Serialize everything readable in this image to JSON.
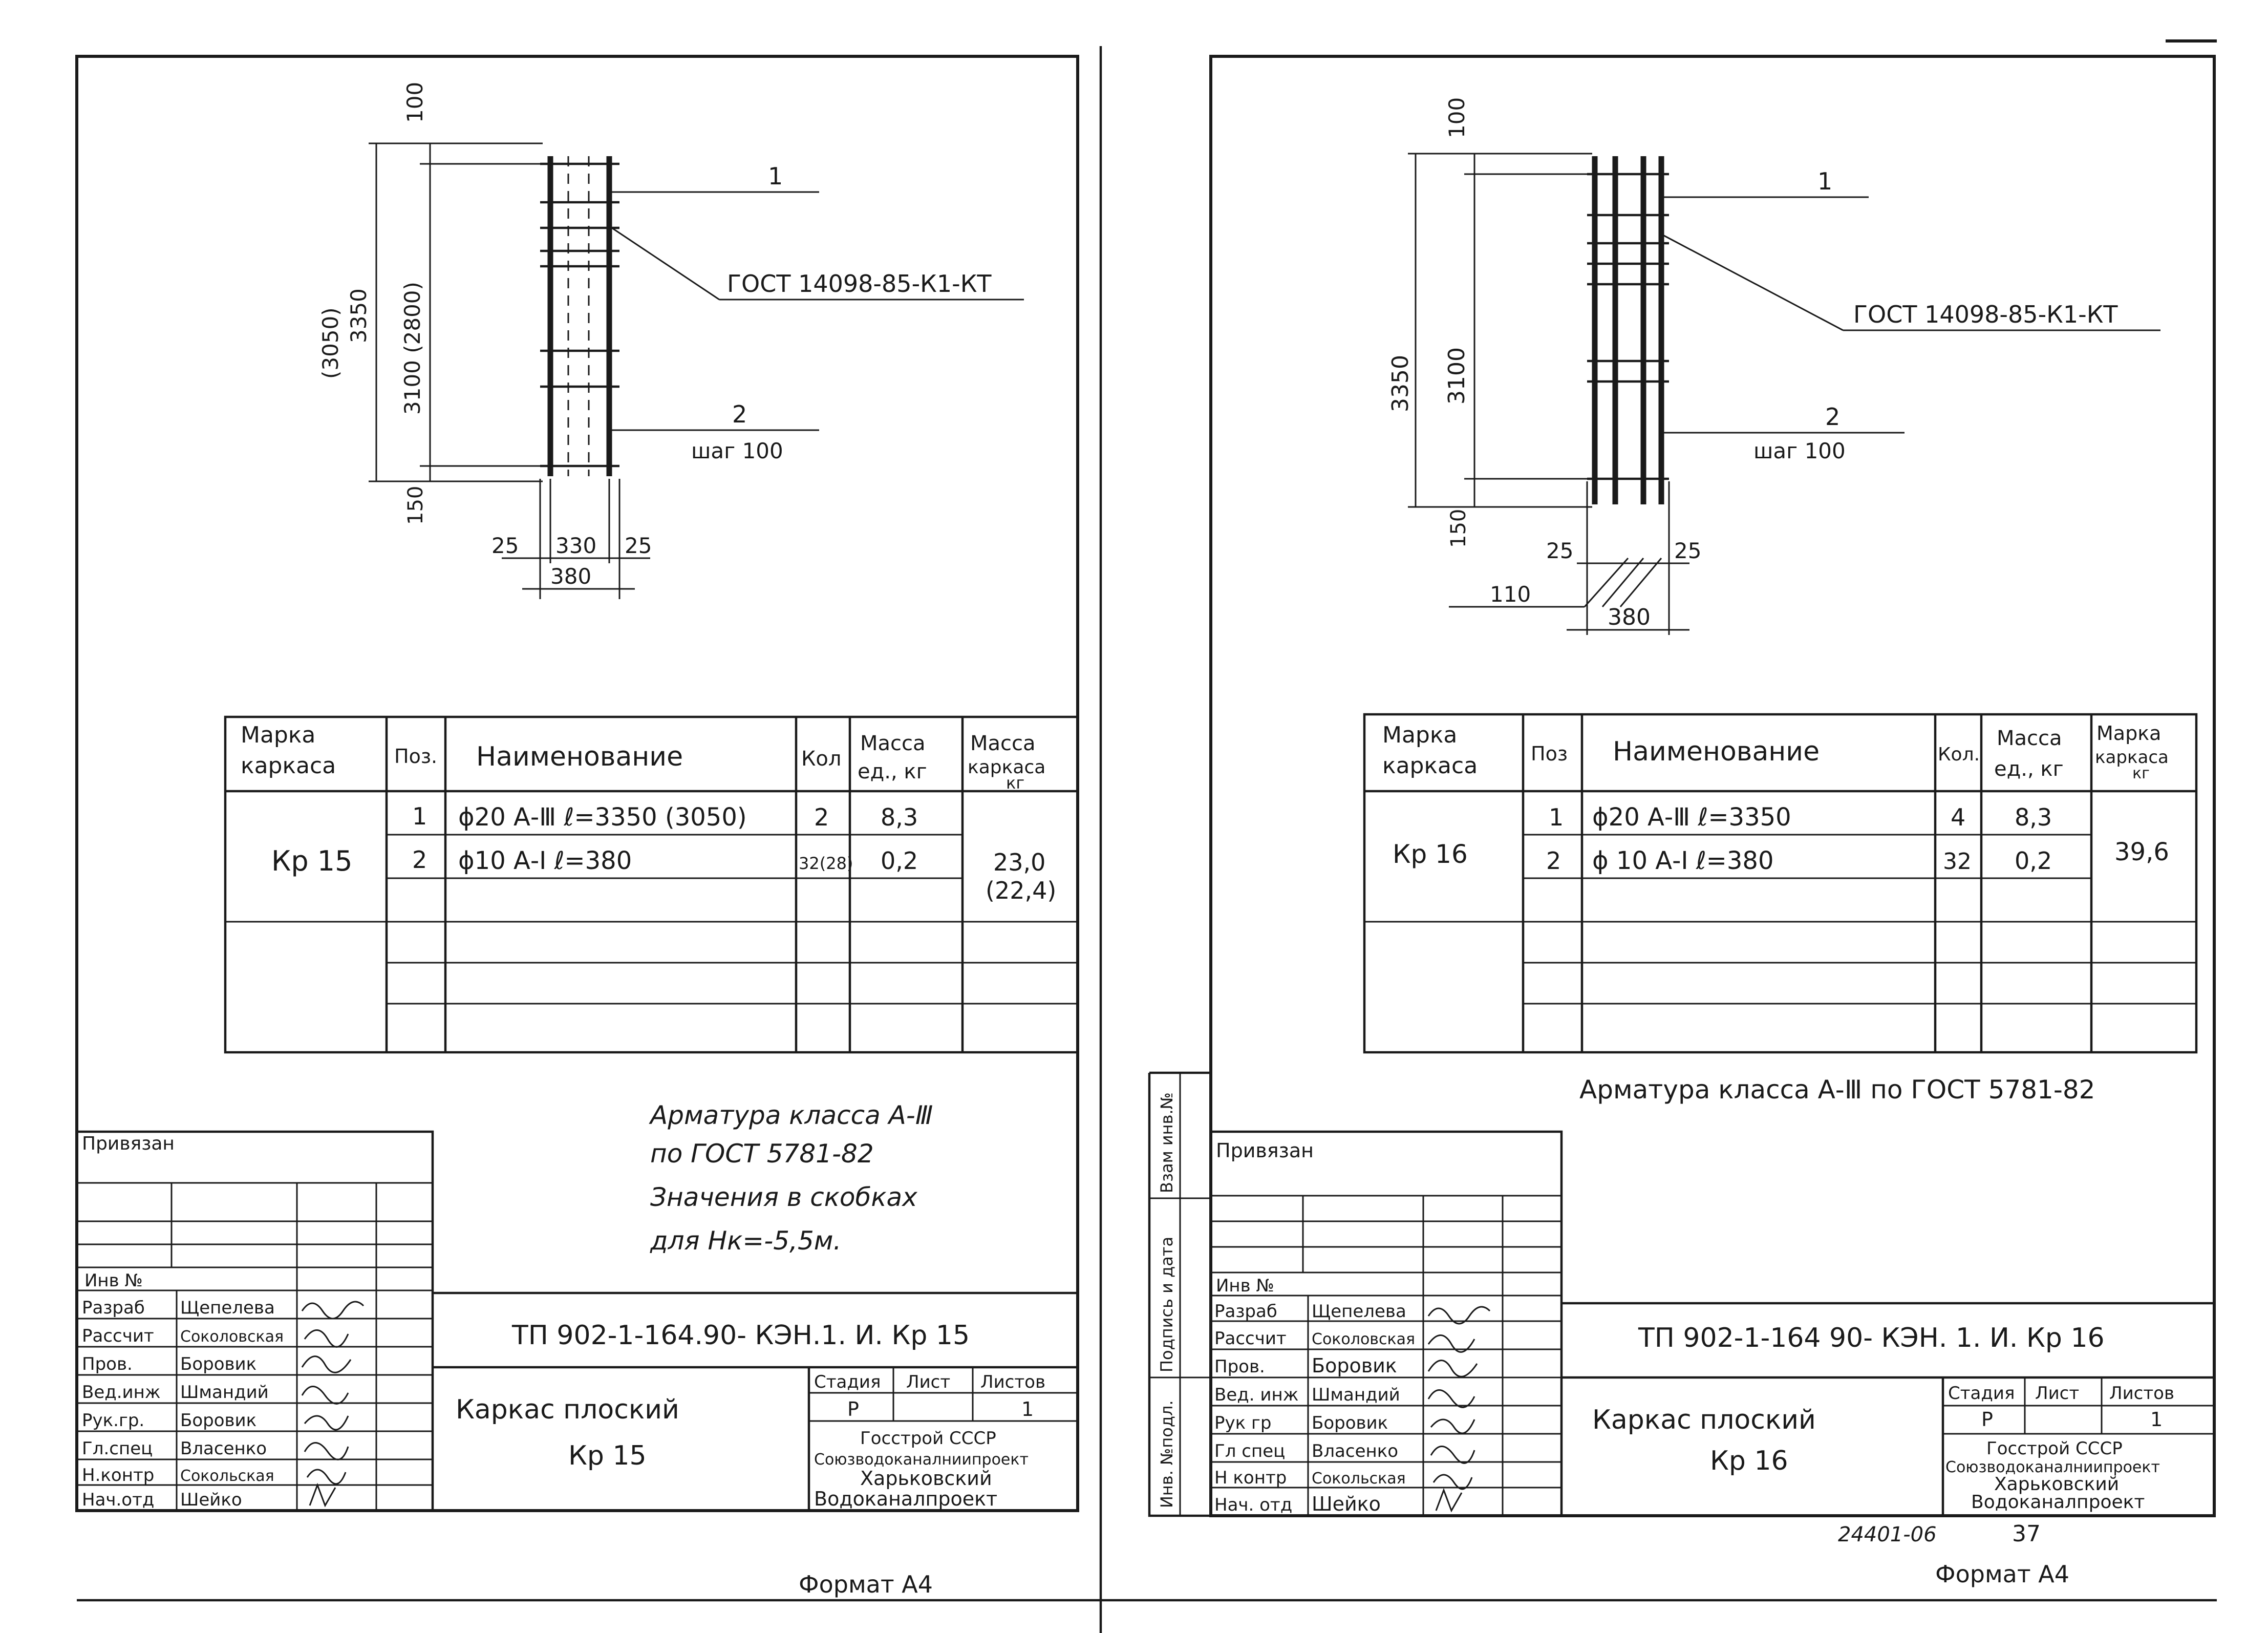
{
  "sheets": [
    {
      "sketch": {
        "dim_top": "100",
        "dim_total": "3350",
        "dim_total_alt": "(3050)",
        "dim_mid": "3100 (2800)",
        "dim_bottom": "150",
        "dim_left": "25",
        "dim_inner": "330",
        "dim_right": "25",
        "dim_width": "380",
        "callout_1": "1",
        "callout_gost": "ГОСТ 14098-85-К1-КТ",
        "callout_2": "2",
        "callout_step": "шаг 100"
      },
      "table": {
        "headers": [
          "Марка каркаса",
          "Поз.",
          "Наименование",
          "Кол",
          "Масса ед., кг",
          "Масса каркаса кг"
        ],
        "mark": "Кр 15",
        "rows": [
          {
            "pos": "1",
            "name": "ϕ20 А-Ⅲ ℓ=3350 (3050)",
            "qty": "2",
            "mass": "8,3"
          },
          {
            "pos": "2",
            "name": "ϕ10 А-Ⅰ ℓ=380",
            "qty": "32(28)",
            "mass": "0,2"
          }
        ],
        "total": "23,0",
        "total_alt": "(22,4)"
      },
      "note": [
        "Арматура класса А-Ⅲ",
        "по ГОСТ 5781-82",
        "Значения в скобках",
        "для Нк=-5,5м."
      ],
      "stamp": {
        "privyazan": "Привязан",
        "inv_no": "Инв №",
        "roles": [
          "Разраб",
          "Рассчит",
          "Пров.",
          "Вед.инж",
          "Рук.гр.",
          "Гл.спец",
          "Н.контр",
          "Нач.отд"
        ],
        "names": [
          "Щепелева",
          "Соколовская",
          "Боровик",
          "Шмандий",
          "Боровик",
          "Власенко",
          "Сокольская",
          "Шейко"
        ],
        "code": "ТП 902-1-164.90- КЭН.1. И. Кр 15",
        "title1": "Каркас плоский",
        "title2": "Кр 15",
        "stage_h": "Стадия",
        "sheet_h": "Лист",
        "sheets_h": "Листов",
        "stage": "Р",
        "sheets_total": "1",
        "org": [
          "Госстрой СССР",
          "Союзводоканалниипроект",
          "Харьковский",
          "Водоканалпроект"
        ]
      },
      "format": "Формат А4"
    },
    {
      "sketch": {
        "dim_top": "100",
        "dim_total": "3350",
        "dim_mid": "3100",
        "dim_bottom": "150",
        "dim_left": "25",
        "dim_right": "25",
        "dim_offset": "110",
        "dim_width": "380",
        "callout_1": "1",
        "callout_gost": "ГОСТ 14098-85-К1-КТ",
        "callout_2": "2",
        "callout_step": "шаг 100"
      },
      "table": {
        "headers": [
          "Марка каркаса",
          "Поз",
          "Наименование",
          "Кол.",
          "Масса ед., кг",
          "Марка каркаса кг"
        ],
        "mark": "Кр 16",
        "rows": [
          {
            "pos": "1",
            "name": "ϕ20 А-Ⅲ ℓ=3350",
            "qty": "4",
            "mass": "8,3"
          },
          {
            "pos": "2",
            "name": "ϕ 10 А-Ⅰ ℓ=380",
            "qty": "32",
            "mass": "0,2"
          }
        ],
        "total": "39,6"
      },
      "note": [
        "Арматура класса А-Ⅲ по ГОСТ 5781-82"
      ],
      "side": [
        "Инв. №подл.",
        "Подпись и дата",
        "Взам инв.№"
      ],
      "stamp": {
        "privyazan": "Привязан",
        "inv_no": "Инв №",
        "roles": [
          "Разраб",
          "Рассчит",
          "Пров.",
          "Вед. инж",
          "Рук гр",
          "Гл спец",
          "Н контр",
          "Нач. отд"
        ],
        "names": [
          "Щепелева",
          "Соколовская",
          "Боровик",
          "Шмандий",
          "Боровик",
          "Власенко",
          "Сокольская",
          "Шейко"
        ],
        "code": "ТП 902-1-164 90- КЭН. 1. И. Кр 16",
        "title1": "Каркас плоский",
        "title2": "Кр 16",
        "stage_h": "Стадия",
        "sheet_h": "Лист",
        "sheets_h": "Листов",
        "stage": "Р",
        "sheets_total": "1",
        "org": [
          "Госстрой СССР",
          "Союзводоканалниипроект",
          "Харьковский",
          "Водоканалпроект"
        ]
      },
      "doc_no": "24401-06",
      "page_no": "37",
      "format": "Формат А4"
    }
  ]
}
